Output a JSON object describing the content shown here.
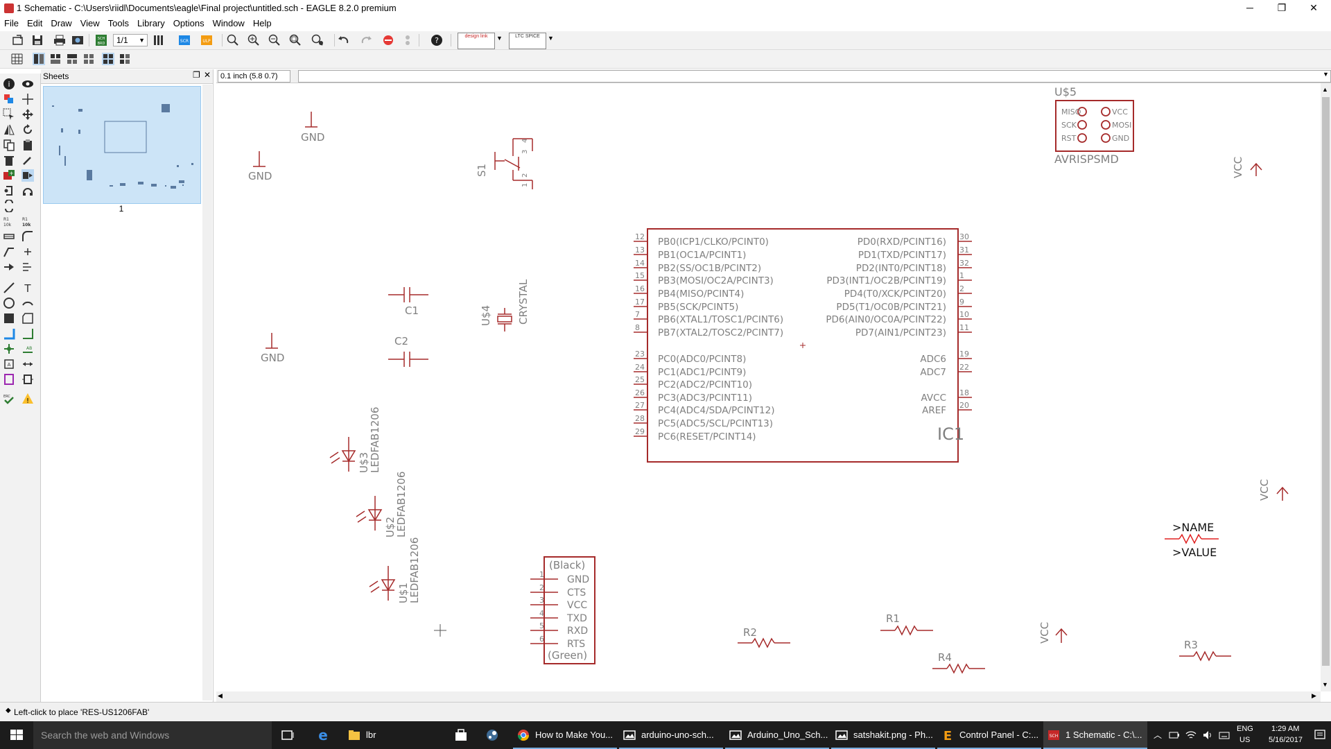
{
  "window": {
    "title": "1 Schematic - C:\\Users\\riidl\\Documents\\eagle\\Final project\\untitled.sch - EAGLE 8.2.0 premium",
    "minimize": "─",
    "maximize": "❐",
    "close": "✕"
  },
  "menu": [
    "File",
    "Edit",
    "Draw",
    "View",
    "Tools",
    "Library",
    "Options",
    "Window",
    "Help"
  ],
  "toolbar": {
    "sheet_select": "1/1",
    "designlink_label": "design link",
    "ltspice_label": "LTC SPICE"
  },
  "sheets": {
    "header": "Sheets",
    "sheet_number": "1"
  },
  "coord_display": "0.1 inch (5.8 0.7)",
  "schematic": {
    "gnd_label": "GND",
    "vcc_label": "VCC",
    "s1": "S1",
    "s1_pins": [
      "3",
      "4",
      "1",
      "2"
    ],
    "c1": "C1",
    "c2": "C2",
    "u4": "U$4",
    "crystal": "CRYSTAL",
    "u5": "U$5",
    "u5_pins_left": [
      "MISO",
      "SCK",
      "RST"
    ],
    "u5_pins_right": [
      "VCC",
      "MOSI",
      "GND"
    ],
    "u5_value": "AVRISPSMD",
    "ic1": {
      "name": "IC1",
      "left_pins": [
        {
          "num": "12",
          "name": "PB0(ICP1/CLKO/PCINT0)"
        },
        {
          "num": "13",
          "name": "PB1(OC1A/PCINT1)"
        },
        {
          "num": "14",
          "name": "PB2(SS/OC1B/PCINT2)"
        },
        {
          "num": "15",
          "name": "PB3(MOSI/OC2A/PCINT3)"
        },
        {
          "num": "16",
          "name": "PB4(MISO/PCINT4)"
        },
        {
          "num": "17",
          "name": "PB5(SCK/PCINT5)"
        },
        {
          "num": "7",
          "name": "PB6(XTAL1/TOSC1/PCINT6)"
        },
        {
          "num": "8",
          "name": "PB7(XTAL2/TOSC2/PCINT7)"
        },
        {
          "num": "23",
          "name": "PC0(ADC0/PCINT8)"
        },
        {
          "num": "24",
          "name": "PC1(ADC1/PCINT9)"
        },
        {
          "num": "25",
          "name": "PC2(ADC2/PCINT10)"
        },
        {
          "num": "26",
          "name": "PC3(ADC3/PCINT11)"
        },
        {
          "num": "27",
          "name": "PC4(ADC4/SDA/PCINT12)"
        },
        {
          "num": "28",
          "name": "PC5(ADC5/SCL/PCINT13)"
        },
        {
          "num": "29",
          "name": "PC6(RESET/PCINT14)"
        }
      ],
      "right_pins": [
        {
          "num": "30",
          "name": "PD0(RXD/PCINT16)"
        },
        {
          "num": "31",
          "name": "PD1(TXD/PCINT17)"
        },
        {
          "num": "32",
          "name": "PD2(INT0/PCINT18)"
        },
        {
          "num": "1",
          "name": "PD3(INT1/OC2B/PCINT19)"
        },
        {
          "num": "2",
          "name": "PD4(T0/XCK/PCINT20)"
        },
        {
          "num": "9",
          "name": "PD5(T1/OC0B/PCINT21)"
        },
        {
          "num": "10",
          "name": "PD6(AIN0/OC0A/PCINT22)"
        },
        {
          "num": "11",
          "name": "PD7(AIN1/PCINT23)"
        },
        {
          "num": "19",
          "name": "ADC6"
        },
        {
          "num": "22",
          "name": "ADC7"
        },
        {
          "num": "18",
          "name": "AVCC"
        },
        {
          "num": "20",
          "name": "AREF"
        }
      ]
    },
    "led_value": "LEDFAB1206",
    "u3": "U$3",
    "u2": "U$2",
    "u1": "U$1",
    "ftdi": {
      "top": "(Black)",
      "bottom": "(Green)",
      "pins": [
        {
          "num": "1",
          "name": "GND"
        },
        {
          "num": "2",
          "name": "CTS"
        },
        {
          "num": "3",
          "name": "VCC"
        },
        {
          "num": "4",
          "name": "TXD"
        },
        {
          "num": "5",
          "name": "RXD"
        },
        {
          "num": "6",
          "name": "RTS"
        }
      ]
    },
    "r1": "R1",
    "r2": "R2",
    "r3": "R3",
    "r4": "R4",
    "placing_name": ">NAME",
    "placing_value": ">VALUE"
  },
  "status": "Left-click to place 'RES-US1206FAB'",
  "taskbar": {
    "search_placeholder": "Search the web and Windows",
    "items": [
      {
        "label": "lbr"
      },
      {
        "label": "How to Make You..."
      },
      {
        "label": "arduino-uno-sch..."
      },
      {
        "label": "Arduino_Uno_Sch..."
      },
      {
        "label": "satshakit.png - Ph..."
      },
      {
        "label": "Control Panel - C:..."
      },
      {
        "label": "1 Schematic - C:\\..."
      }
    ],
    "lang": "ENG",
    "region": "US",
    "time": "1:29 AM",
    "date": "5/16/2017"
  },
  "colors": {
    "schematic_red": "#a52a2a",
    "component_body": "#a0282d",
    "text_gray": "#7f7f7f",
    "thumb_bg": "#cce4f7",
    "taskbar_bg": "#1c1c1c"
  }
}
